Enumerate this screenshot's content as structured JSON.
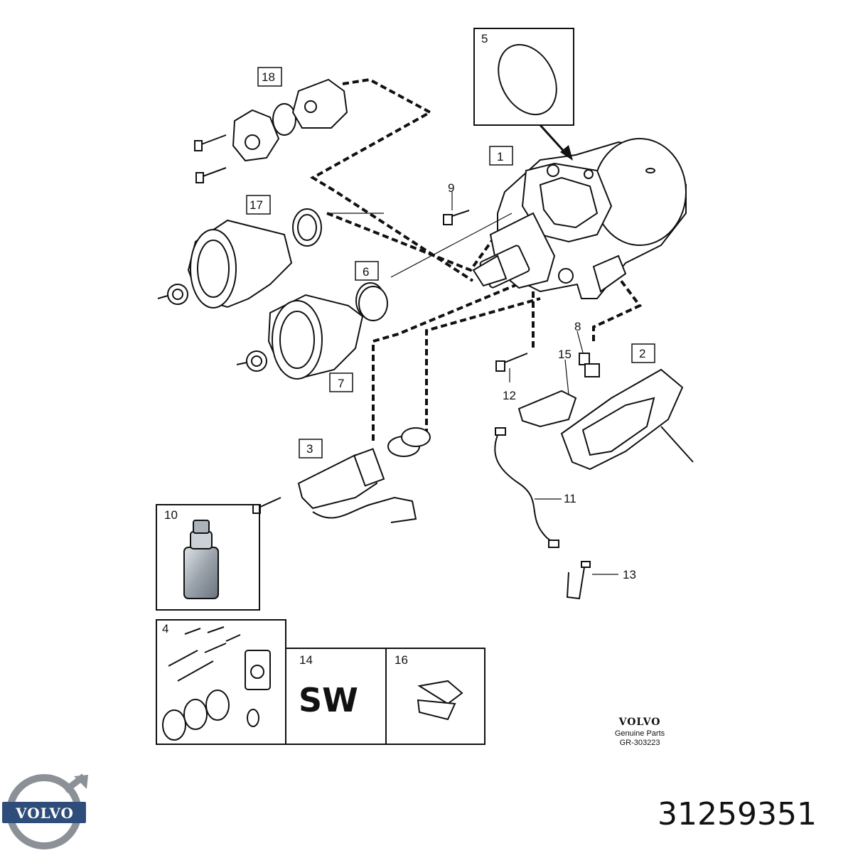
{
  "callouts": {
    "c1": "1",
    "c2": "2",
    "c3": "3",
    "c4": "4",
    "c5": "5",
    "c6": "6",
    "c7": "7",
    "c8": "8",
    "c9": "9",
    "c10": "10",
    "c11": "11",
    "c12": "12",
    "c13": "13",
    "c14": "14",
    "c15": "15",
    "c16": "16",
    "c17": "17",
    "c18": "18"
  },
  "kit_14_text": "SW",
  "brand": {
    "name": "VOLVO",
    "subtitle": "Genuine Parts",
    "code": "GR-303223"
  },
  "logo_text": "VOLVO",
  "part_number": "31259351"
}
